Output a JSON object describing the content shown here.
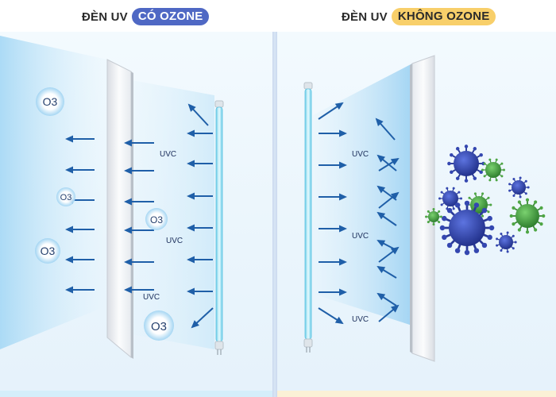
{
  "left_title": {
    "prefix": "ĐÈN UV",
    "badge": "CÓ OZONE"
  },
  "right_title": {
    "prefix": "ĐÈN UV",
    "badge": "KHÔNG OZONE"
  },
  "uvc_label": "UVC",
  "ozone_label": "O3",
  "colors": {
    "badge_blue": "#4f68c4",
    "badge_yellow": "#f8cf6a",
    "arrow": "#1f5fa8",
    "uv_tube": "#8fdcf0",
    "virus_blue": "#2b3fa8",
    "virus_green": "#3f9a3a"
  },
  "icons": [
    "uv-lamp-tube-icon",
    "glass-panel",
    "ozone-bubble-icon",
    "virus-icon",
    "arrow-icon"
  ]
}
